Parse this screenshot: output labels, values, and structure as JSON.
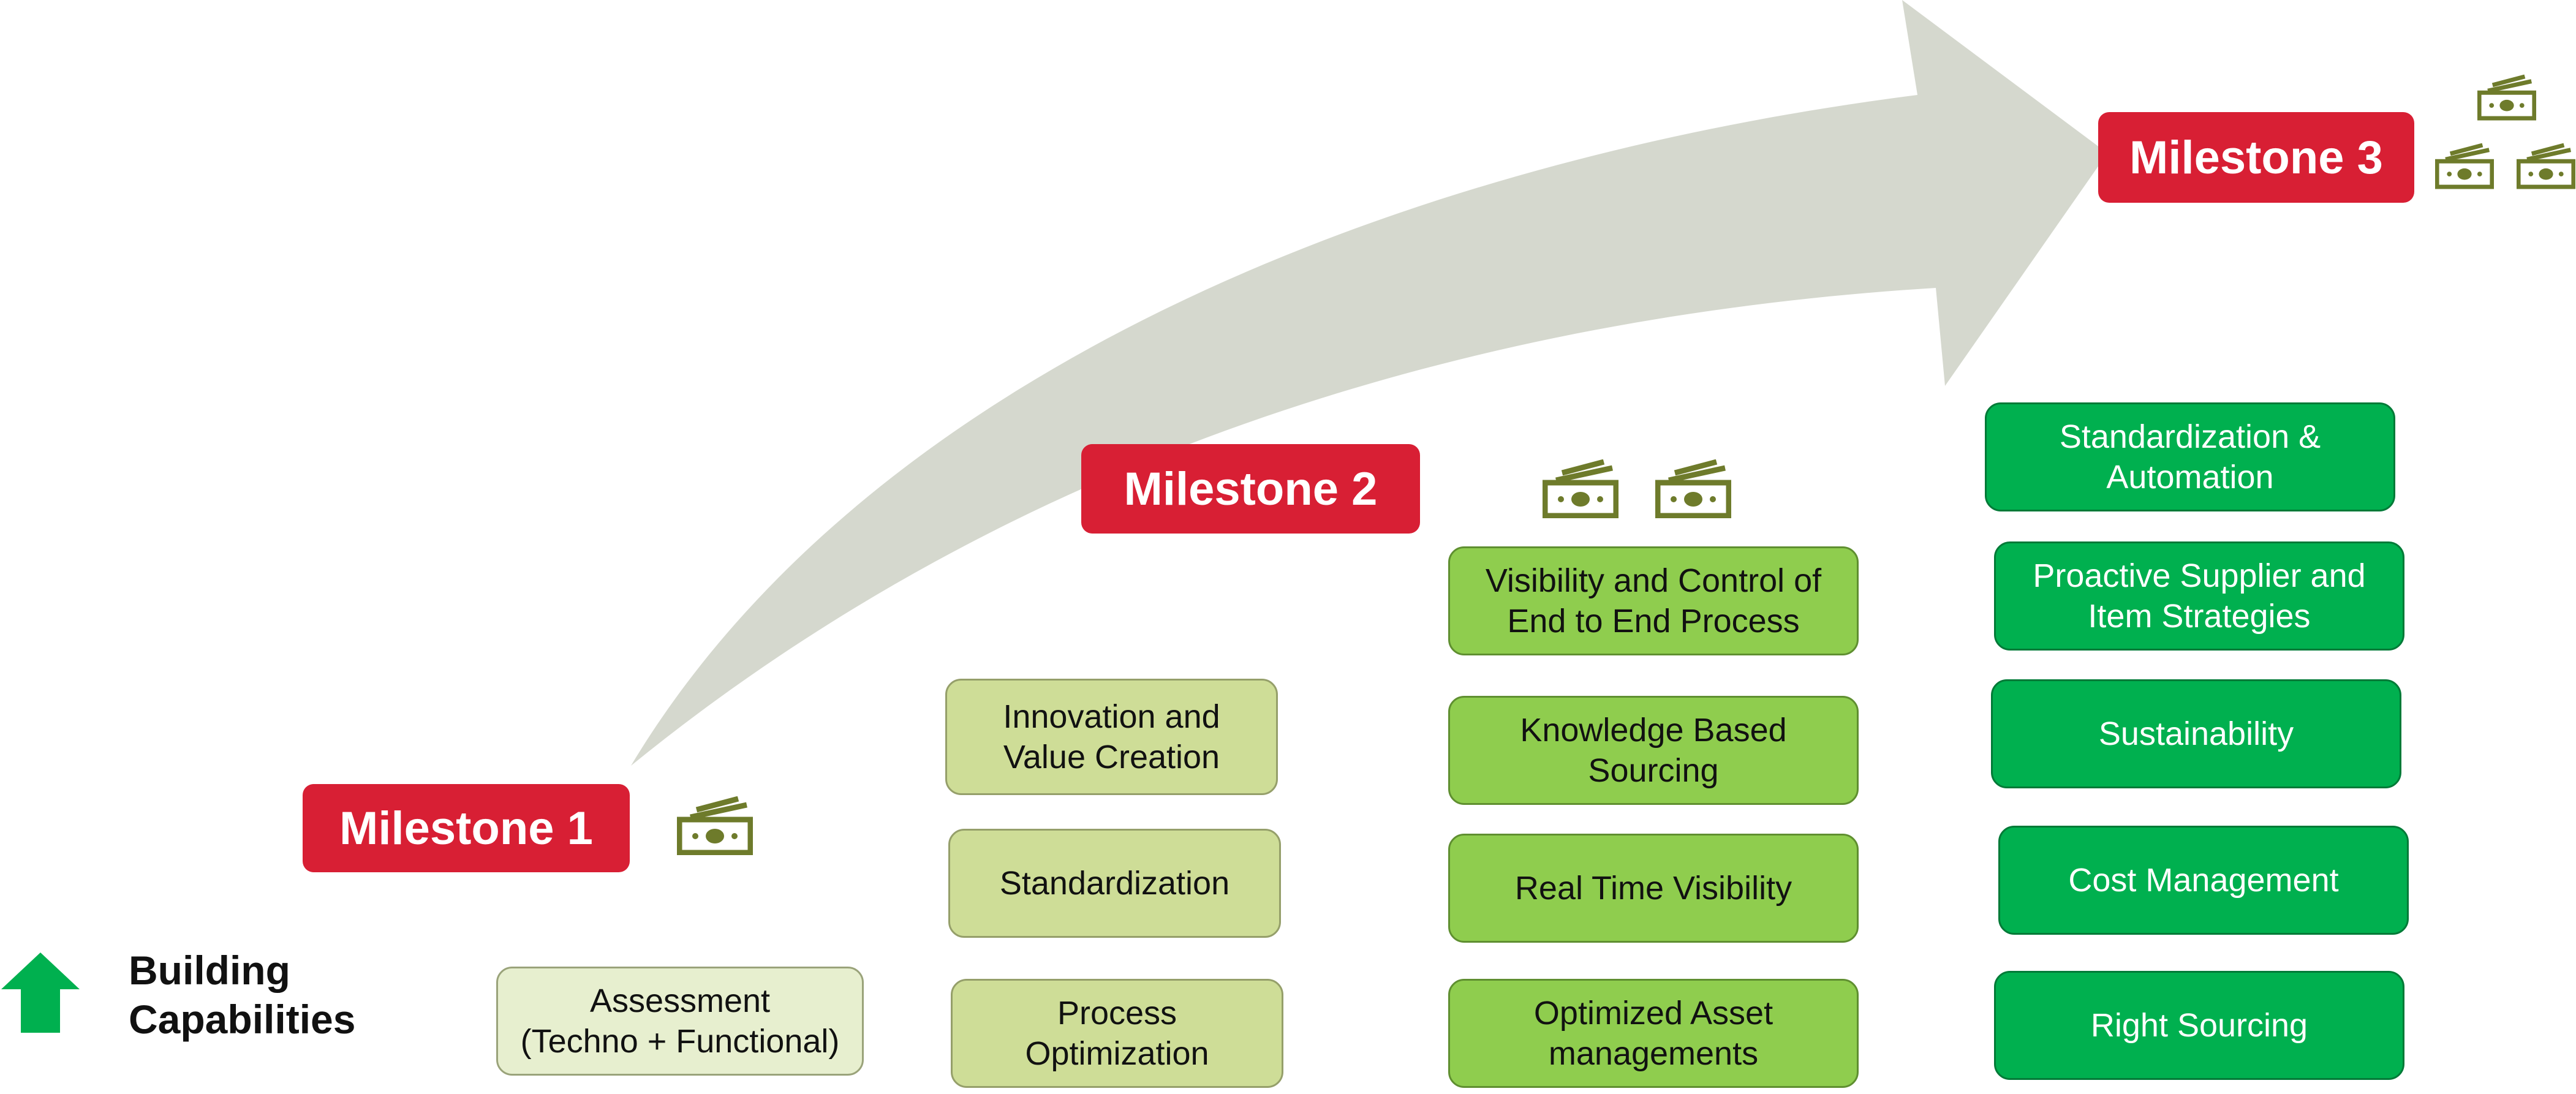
{
  "legend": {
    "line1": "Building",
    "line2": "Capabilities"
  },
  "milestones": [
    "Milestone 1",
    "Milestone 2",
    "Milestone 3"
  ],
  "level1": {
    "assessment_line1": "Assessment",
    "assessment_line2": "(Techno + Functional)"
  },
  "level2": {
    "innovation_line1": "Innovation and",
    "innovation_line2": "Value Creation",
    "standardization": "Standardization",
    "process_line1": "Process",
    "process_line2": "Optimization"
  },
  "level3": {
    "visibility_line1": "Visibility and Control of",
    "visibility_line2": "End to End Process",
    "knowledge_line1": "Knowledge Based",
    "knowledge_line2": "Sourcing",
    "realtime": "Real Time Visibility",
    "asset_line1": "Optimized Asset",
    "asset_line2": "managements"
  },
  "level4": {
    "standardization_line1": "Standardization  &",
    "standardization_line2": "Automation",
    "supplier_line1": "Proactive Supplier and",
    "supplier_line2": "Item Strategies",
    "sustainability": "Sustainability",
    "cost": "Cost Management",
    "sourcing": "Right Sourcing"
  },
  "colors": {
    "milestone": "#d81f34",
    "arrow": "#d5d8ce",
    "legend_arrow": "#00b04f",
    "money_icon": "#6e7b2b"
  },
  "icons": {
    "money": "banknote-stack-icon",
    "legend": "up-arrow-icon"
  }
}
